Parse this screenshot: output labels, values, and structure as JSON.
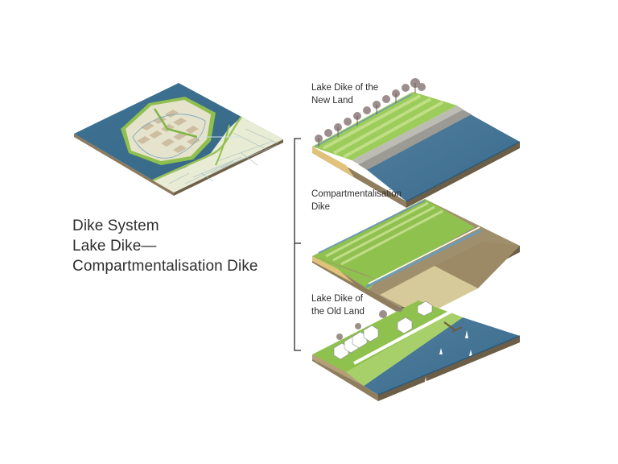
{
  "title": {
    "lines": [
      "Dike System",
      "Lake Dike—",
      "Compartmentalisation Dike"
    ]
  },
  "layers": [
    {
      "id": "new-land",
      "label_lines": [
        "Lake Dike of the",
        "New Land"
      ]
    },
    {
      "id": "compartment",
      "label_lines": [
        "Compartmentalisation",
        "Dike"
      ]
    },
    {
      "id": "old-land",
      "label_lines": [
        "Lake Dike of",
        "the Old Land"
      ]
    }
  ],
  "colors": {
    "water": "#3f6f8f",
    "water_light": "#5a87a6",
    "grass": "#8cc152",
    "grass_light": "#b5d77a",
    "soil": "#8a7a5e",
    "sand": "#e3c77d",
    "field_tan": "#d8cc9e",
    "field_brown": "#a08f6c",
    "map_land": "#ecefd9",
    "bracket": "#2b2b2b"
  }
}
